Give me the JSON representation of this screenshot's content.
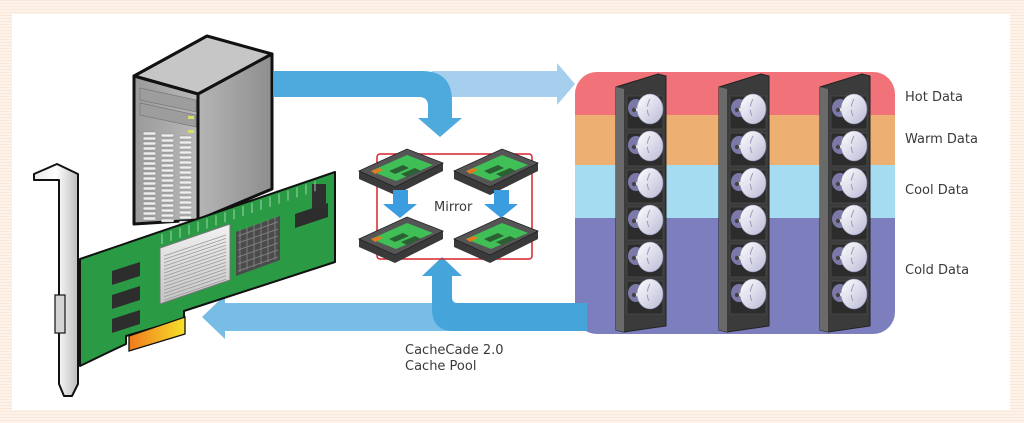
{
  "diagram": {
    "title": "CacheCade 2.0 tiered caching",
    "mirror_label": "Mirror",
    "cache_pool_label_line1": "CacheCade 2.0",
    "cache_pool_label_line2": "Cache Pool",
    "tiers": [
      {
        "label": "Hot Data",
        "color": "#f2727a"
      },
      {
        "label": "Warm Data",
        "color": "#eeb072"
      },
      {
        "label": "Cool Data",
        "color": "#a6dcf2"
      },
      {
        "label": "Cold Data",
        "color": "#7c7ebd"
      }
    ],
    "disk_columns": 3,
    "disks_per_column": 6,
    "ssd_count": 4,
    "colors": {
      "arrow_primary": "#4ea9dd",
      "arrow_light": "#a6cfee",
      "arrow_mid": "#78bde6",
      "mirror_outline": "#d8232a",
      "pcb_green": "#2a9a44",
      "server_gray": "#a9a9a9"
    }
  }
}
